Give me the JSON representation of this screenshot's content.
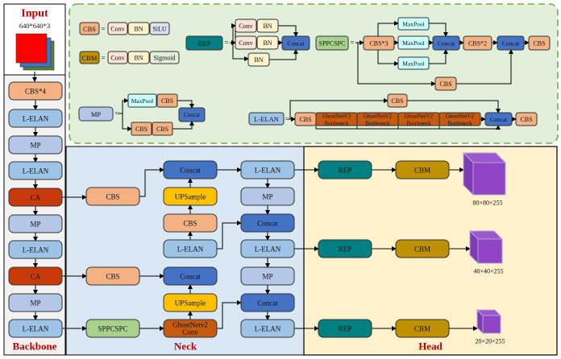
{
  "colors": {
    "cbs": "#f4b183",
    "cbm": "#bf9000",
    "rep": "#008080",
    "concat": "#4472c4",
    "lelan": "#9dc3e6",
    "mp": "#b4c7e7",
    "ca": "#c93a0a",
    "upsample": "#ffc000",
    "ghost": "#c55a11",
    "sppcspc": "#a9d18e",
    "maxpool": "#ccffff",
    "conv": "#fbe5d6",
    "bn": "#fff2cc",
    "silu": "#dae3f3",
    "sigmoid": "#e2efda",
    "cube": "#8e44c4",
    "title": "#c00000",
    "legend_bg": "#e2efda",
    "legend_border": "#70ad47",
    "backbone_bg": "#f2f2f2",
    "neck_bg": "#dae8f5",
    "head_bg": "#fff2cc"
  },
  "input": {
    "title": "Input",
    "size": "640*640*3"
  },
  "sections": {
    "backbone": "Backbone",
    "neck": "Neck",
    "head": "Head"
  },
  "legend": {
    "cbs": {
      "name": "CBS",
      "parts": [
        "Conv",
        "BN",
        "SiLU"
      ]
    },
    "cbm": {
      "name": "CBM",
      "parts": [
        "Conv",
        "BN",
        "Sigmoid"
      ]
    },
    "rep": {
      "name": "REP",
      "branch1": [
        "Conv",
        "BN"
      ],
      "branch2": [
        "Conv",
        "BN"
      ],
      "branch3": "BN",
      "out": "Concat"
    },
    "sppcspc": {
      "name": "SPPCSPC",
      "first": "CBS*3",
      "pools": [
        "MaxPool",
        "MaxPool",
        "MaxPool"
      ],
      "concat1": "Concat",
      "mid": "CBS*2",
      "concat2": "Concat",
      "out": "CBS",
      "shortcut": "CBS"
    },
    "mp": {
      "name": "MP",
      "top": [
        "MaxPool",
        "CBS"
      ],
      "bottom": [
        "CBS",
        "CBS"
      ],
      "out": "Concat"
    },
    "lelan": {
      "name": "L-ELAN",
      "first": "CBS",
      "ghost": [
        "GhostNetV2 Bottleneck",
        "GhostNetV2 Bottleneck",
        "GhostNetV2 Bottleneck",
        "GhostNetV2 Bottleneck"
      ],
      "shortcut": "CBS",
      "concat": "Concat",
      "out": "CBS"
    },
    "eq": "="
  },
  "backbone": [
    "CBS*4",
    "L-ELAN",
    "MP",
    "L-ELAN",
    "CA",
    "MP",
    "L-ELAN",
    "CA",
    "MP",
    "L-ELAN"
  ],
  "neck": {
    "cbs1": "CBS",
    "cbs2": "CBS",
    "sppcspc": "SPPCSPC",
    "col1": [
      "Concat",
      "UPSample",
      "CBS",
      "L-ELAN",
      "Concat",
      "UPSample",
      "GhostNetv2 Conv"
    ],
    "col2": [
      "L-ELAN",
      "MP",
      "Concat",
      "L-ELAN",
      "MP",
      "Concat",
      "L-ELAN"
    ]
  },
  "head": {
    "rows": [
      {
        "rep": "REP",
        "cbm": "CBM",
        "output": "80×80×255"
      },
      {
        "rep": "REP",
        "cbm": "CBM",
        "output": "40×40×255"
      },
      {
        "rep": "REP",
        "cbm": "CBM",
        "output": "20×20×255"
      }
    ]
  }
}
